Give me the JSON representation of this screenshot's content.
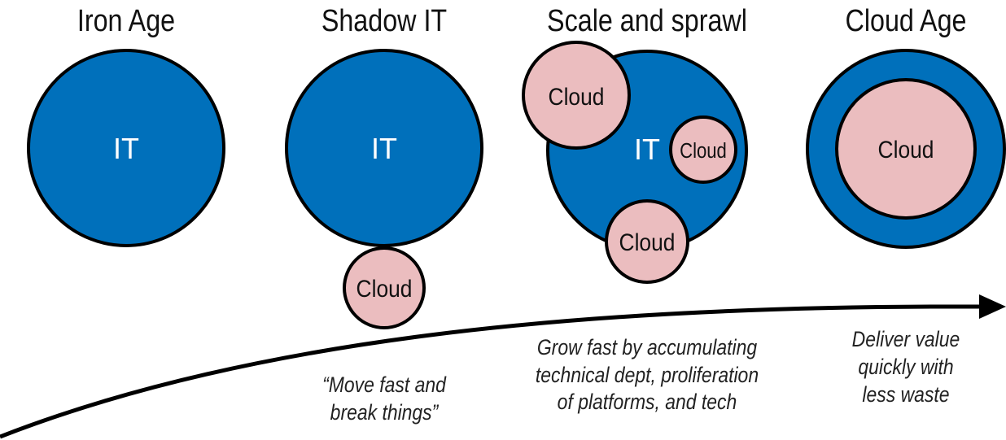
{
  "colors": {
    "it_blue": "#0070BB",
    "cloud_pink": "#EBBDBF",
    "outline": "#000000"
  },
  "stages": [
    {
      "title": "Iron Age",
      "it_label": "IT"
    },
    {
      "title": "Shadow IT",
      "it_label": "IT",
      "cloud_label": "Cloud"
    },
    {
      "title": "Scale and sprawl",
      "it_label": "IT",
      "cloud_labels": [
        "Cloud",
        "Cloud",
        "Cloud"
      ]
    },
    {
      "title": "Cloud Age",
      "cloud_label": "Cloud"
    }
  ],
  "captions": {
    "shadow_it": [
      "“Move fast and",
      "break things”"
    ],
    "scale": [
      "Grow fast by accumulating",
      "technical dept, proliferation",
      "of platforms, and tech"
    ],
    "cloud_age": [
      "Deliver value",
      "quickly with",
      "less waste"
    ]
  }
}
